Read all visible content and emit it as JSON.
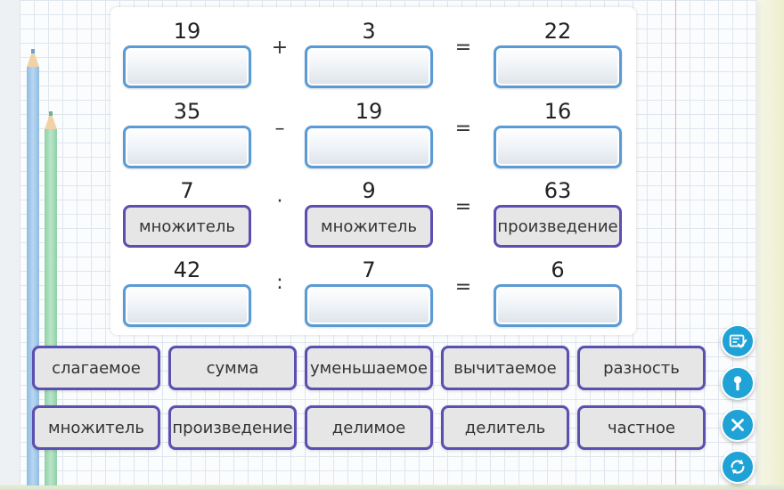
{
  "equations": [
    {
      "numbers": [
        "19",
        "3",
        "22"
      ],
      "operator": "+",
      "equals": "=",
      "slots": [
        "",
        "",
        ""
      ]
    },
    {
      "numbers": [
        "35",
        "19",
        "16"
      ],
      "operator": "–",
      "equals": "=",
      "slots": [
        "",
        "",
        ""
      ]
    },
    {
      "numbers": [
        "7",
        "9",
        "63"
      ],
      "operator": "·",
      "equals": "=",
      "slots": [
        "множитель",
        "множитель",
        "произведение"
      ]
    },
    {
      "numbers": [
        "42",
        "7",
        "6"
      ],
      "operator": ":",
      "equals": "=",
      "slots": [
        "",
        "",
        ""
      ]
    }
  ],
  "word_bank": [
    [
      "слагаемое",
      "сумма",
      "уменьшаемое",
      "вычитаемое",
      "разность"
    ],
    [
      "множитель",
      "произведение",
      "делимое",
      "делитель",
      "частное"
    ]
  ],
  "colors": {
    "slot_border": "#5b9bd5",
    "tile_border": "#5b4fb1",
    "tile_fill": "#e6e6e6",
    "side_button": "#1fa3d6"
  },
  "side_buttons": [
    "check-icon",
    "hint-key-icon",
    "close-icon",
    "refresh-icon"
  ]
}
